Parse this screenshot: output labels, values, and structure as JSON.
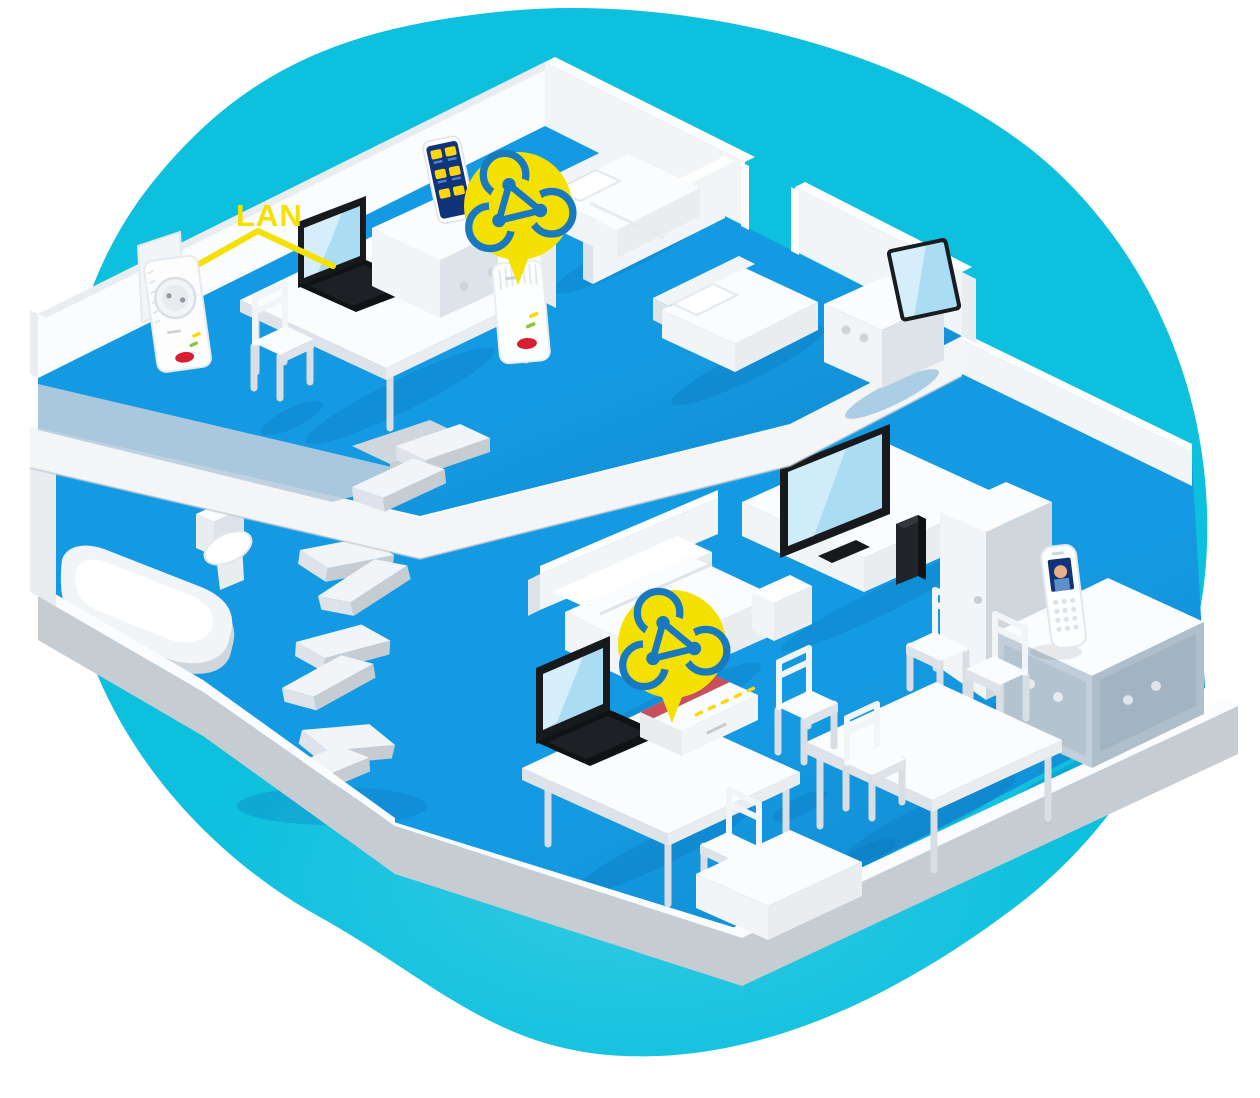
{
  "scene": {
    "type": "isometric-two-story-home-mesh-network-illustration",
    "labels": {
      "lan": "LAN"
    },
    "floors": {
      "upper": {
        "rooms": [
          "office",
          "hallway",
          "bedroom-1",
          "bedroom-2"
        ]
      },
      "lower": {
        "rooms": [
          "bathroom",
          "stairwell",
          "living-room",
          "dining-area",
          "study-corner"
        ]
      }
    },
    "devices": [
      {
        "name": "powerline-adapter",
        "floor": "upper",
        "link": "LAN"
      },
      {
        "name": "laptop",
        "floor": "upper"
      },
      {
        "name": "smartphone",
        "floor": "upper"
      },
      {
        "name": "wifi-repeater",
        "floor": "upper",
        "badge": "mesh-icon"
      },
      {
        "name": "tablet",
        "floor": "upper"
      },
      {
        "name": "tv",
        "floor": "lower"
      },
      {
        "name": "set-top-box",
        "floor": "lower"
      },
      {
        "name": "cordless-phone",
        "floor": "lower"
      },
      {
        "name": "wifi-router",
        "floor": "lower",
        "badge": "mesh-icon"
      },
      {
        "name": "laptop",
        "floor": "lower"
      }
    ],
    "badges": [
      {
        "name": "mesh-icon",
        "count": 2
      }
    ],
    "colors": {
      "background": "#ffffff",
      "coverage_blob": "#0cc0de",
      "floor_blue": "#149ae2",
      "floor_blue_deep": "#0d8cd4",
      "pale_floor": "#b9cdde",
      "wall_white": "#ffffff",
      "wall_gray": "#c9d0d6",
      "accent_yellow": "#f5e100",
      "mesh_symbol_blue": "#1879be",
      "router_red": "#c84f5e",
      "logo_red": "#d81e32",
      "led_yellow": "#ffd60a",
      "led_green": "#8cc63f",
      "screen_blue": "#aadcf4",
      "device_black": "#17191c",
      "phone_screen_navy": "#10337a"
    }
  }
}
